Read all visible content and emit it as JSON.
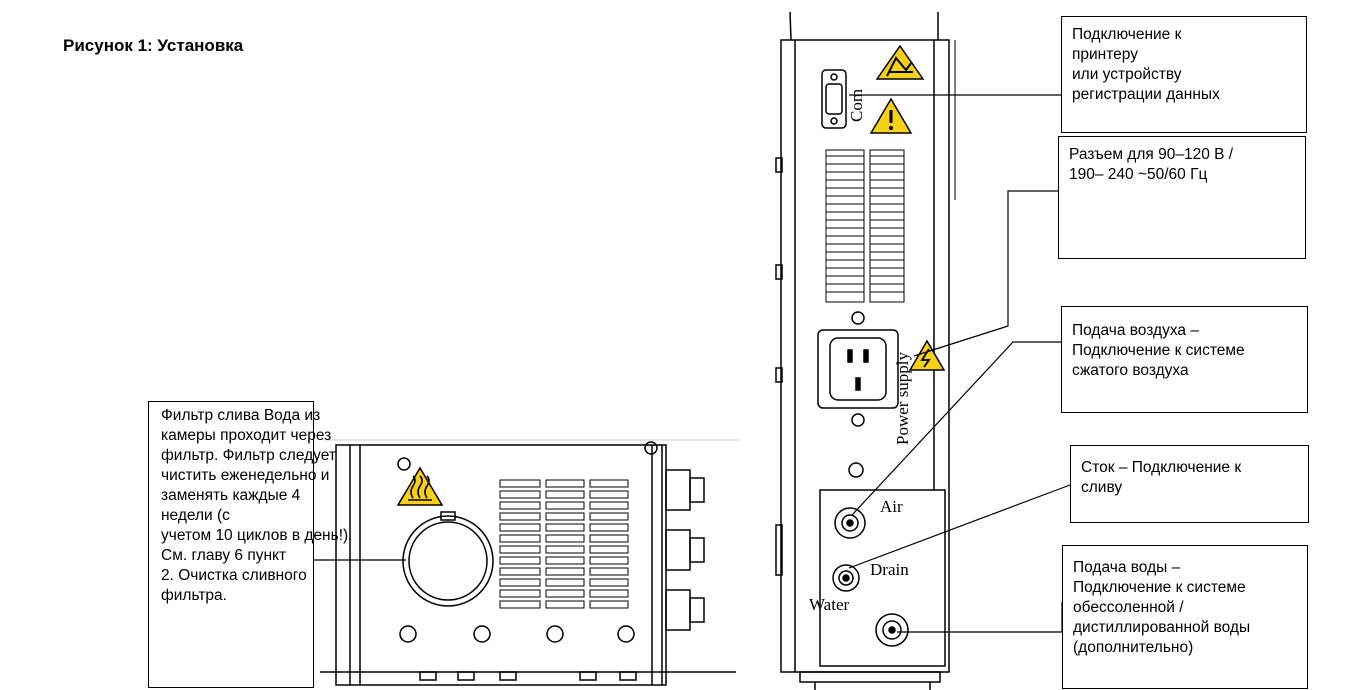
{
  "figure": {
    "title": "Рисунок 1: Установка"
  },
  "callouts": {
    "printer": {
      "lines": [
        "Подключение к",
        "принтеру",
        "или устройству",
        "регистрации данных"
      ]
    },
    "power": {
      "lines": [
        "Разъем для 90–120 В /",
        "190– 240 ~50/60 Гц"
      ]
    },
    "air": {
      "lines": [
        "Подача воздуха –",
        "Подключение к системе",
        "сжатого воздуха"
      ]
    },
    "drain": {
      "lines": [
        "Сток – Подключение к",
        "сливу"
      ]
    },
    "water": {
      "lines": [
        "Подача воды –",
        "Подключение к системе",
        "обессоленной /",
        "дистиллированной воды",
        "(дополнительно)"
      ]
    },
    "filter": {
      "lines": [
        "Фильтр слива Вода из",
        "камеры проходит через",
        "фильтр. Фильтр следует",
        "чистить еженедельно и",
        "заменять каждые 4",
        "недели (с",
        "учетом 10 циклов в день!).",
        "См. главу 6 пункт",
        "2. Очистка сливного",
        "фильтра."
      ]
    }
  },
  "device_labels": {
    "com": "Com",
    "power_supply": "Power supply",
    "air": "Air",
    "drain": "Drain",
    "water": "Water"
  },
  "icons": {
    "esd": "esd-warning-icon",
    "general_warning": "general-warning-icon",
    "high_voltage": "high-voltage-warning-icon",
    "hot_surface": "hot-surface-warning-icon"
  },
  "colors": {
    "warning_yellow": "#f7d117",
    "line": "#000000"
  }
}
